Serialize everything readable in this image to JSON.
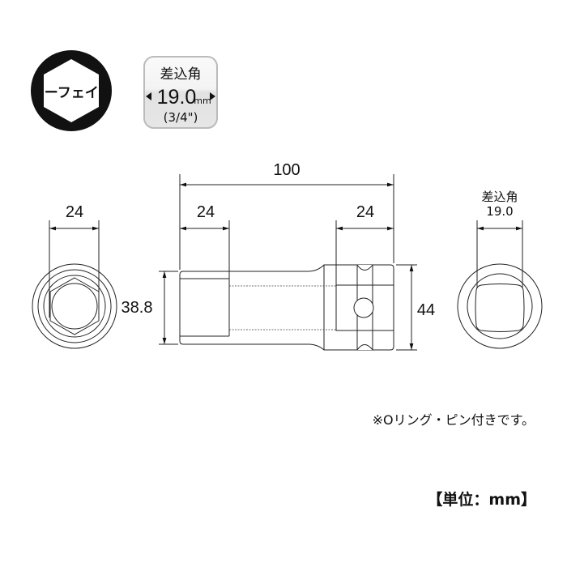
{
  "badges": {
    "type_label": "サーフェイス",
    "drive_title": "差込角",
    "drive_size": "19.0",
    "drive_unit": "mm",
    "drive_inch": "(3/4\")"
  },
  "dimensions": {
    "overall_length": "100",
    "hex_size_end_view": "24",
    "hex_depth": "24",
    "drive_depth": "24",
    "head_diameter": "38.8",
    "drive_diameter": "44",
    "drive_view_title": "差込角",
    "drive_view_size": "19.0"
  },
  "note": "※Oリング・ピン付きです。",
  "unit_label": "【単位：mm】"
}
